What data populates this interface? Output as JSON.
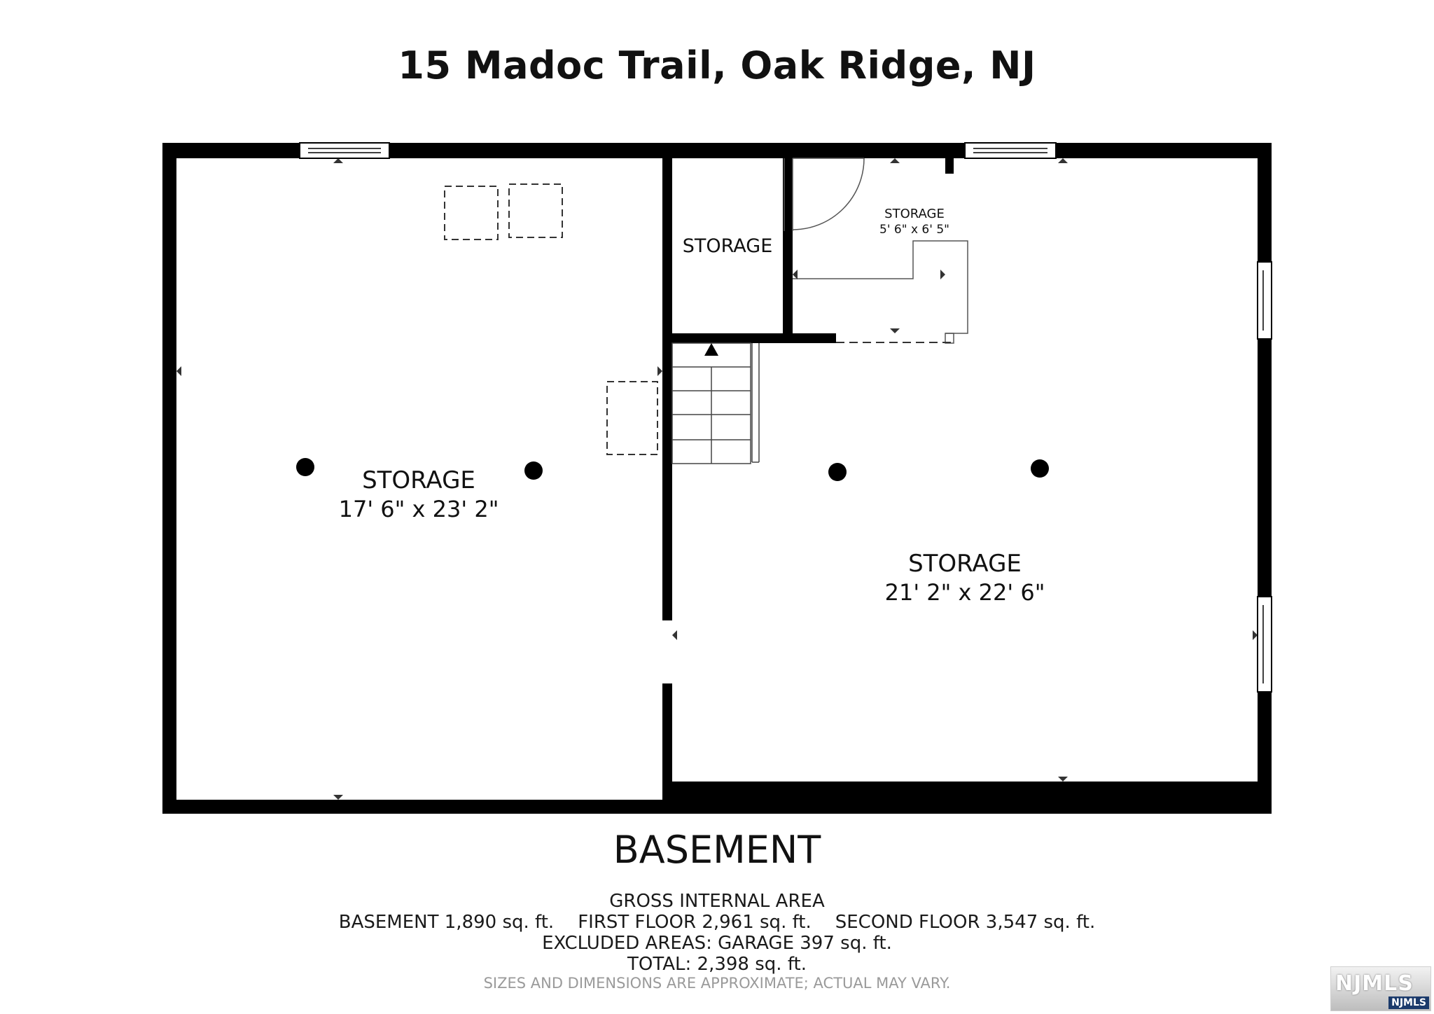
{
  "header": {
    "title": "15 Madoc Trail, Oak Ridge, NJ"
  },
  "rooms": {
    "left_storage": {
      "name": "STORAGE",
      "dims": "17' 6\" x 23' 2\""
    },
    "small_storage": {
      "name": "STORAGE"
    },
    "closet_storage": {
      "name": "STORAGE",
      "dims": "5' 6\" x 6' 5\""
    },
    "right_storage": {
      "name": "STORAGE",
      "dims": "21' 2\" x 22' 6\""
    }
  },
  "floor": {
    "name": "BASEMENT"
  },
  "area_summary": {
    "heading": "GROSS INTERNAL AREA",
    "basement": "BASEMENT 1,890 sq. ft.",
    "first_floor": "FIRST FLOOR 2,961 sq. ft.",
    "second_floor": "SECOND FLOOR 3,547 sq. ft.",
    "excluded": "EXCLUDED AREAS:  GARAGE 397 sq. ft.",
    "total": "TOTAL: 2,398 sq. ft.",
    "disclaimer": "SIZES AND DIMENSIONS ARE APPROXIMATE; ACTUAL MAY VARY."
  },
  "logo": {
    "main": "NJMLS",
    "badge": "NJMLS"
  },
  "colors": {
    "wall": "#000000",
    "background": "#ffffff",
    "disclaimer": "#9a9a9a"
  }
}
